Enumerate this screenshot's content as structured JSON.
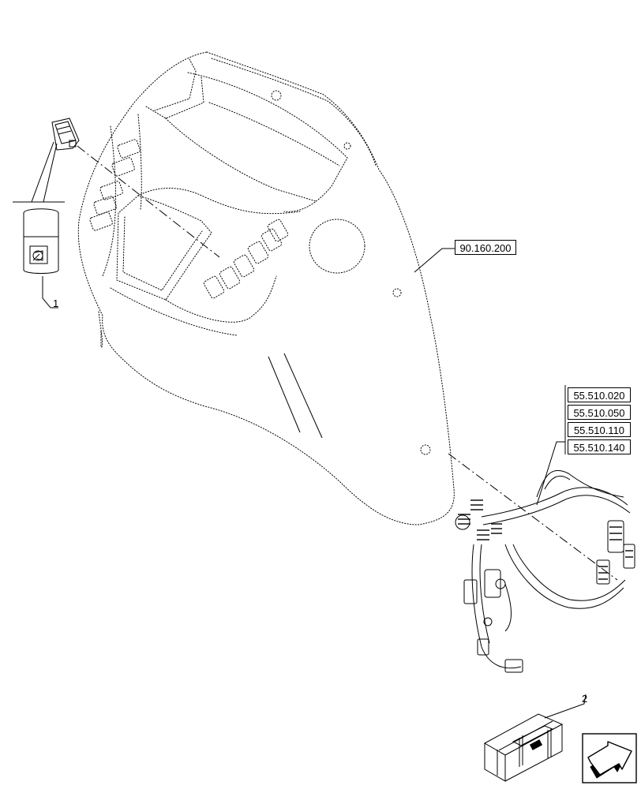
{
  "references": {
    "cab_panel": "90.160.200",
    "harness": [
      "55.510.020",
      "55.510.050",
      "55.510.110",
      "55.510.140"
    ]
  },
  "callouts": {
    "switch": "1",
    "kit": "2"
  },
  "icons": {
    "switch_symbol": "switch-symbol-icon",
    "navigation": "next-page-arrow-icon"
  }
}
